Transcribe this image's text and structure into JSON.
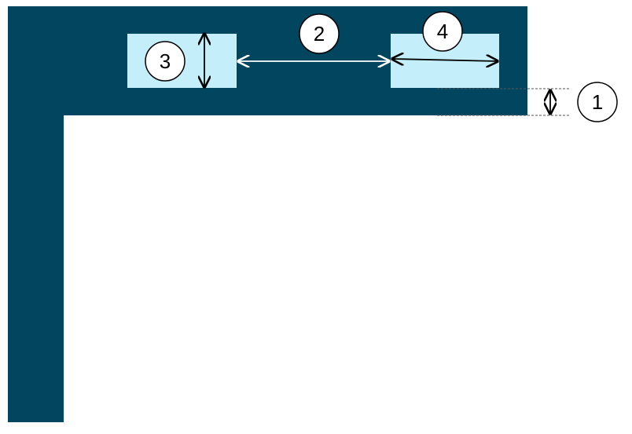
{
  "colors": {
    "frame": "#02455F",
    "block": "#C5EEFB",
    "canvas": "#FFFFFF",
    "callout_stroke": "#000000",
    "arrow_on_light": "#000000",
    "arrow_on_dark": "#FFFFFF",
    "guide_line": "#555555"
  },
  "callouts": [
    {
      "id": "callout-1",
      "label": "1"
    },
    {
      "id": "callout-2",
      "label": "2"
    },
    {
      "id": "callout-3",
      "label": "3"
    },
    {
      "id": "callout-4",
      "label": "4"
    }
  ],
  "icons": {
    "horizontal_arrow": "double-headed-arrow-horizontal",
    "vertical_arrow": "double-headed-arrow-vertical"
  }
}
